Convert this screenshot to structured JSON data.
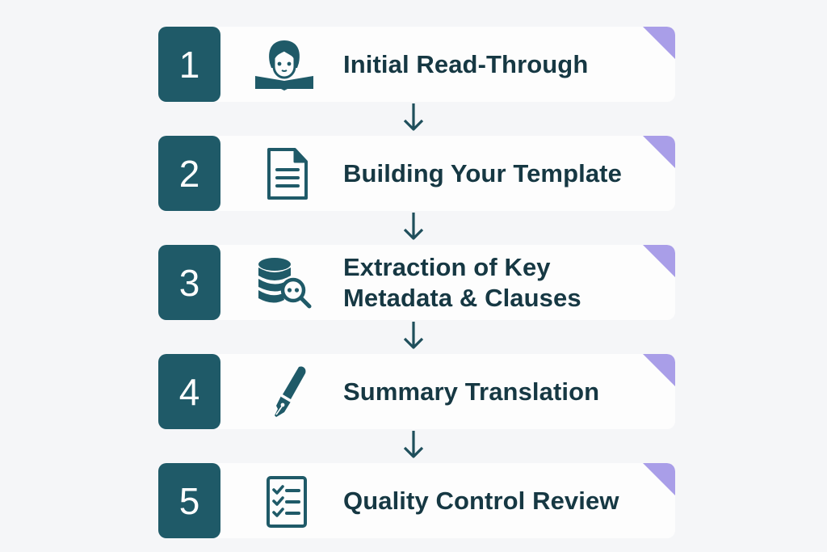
{
  "diagram": {
    "type": "numbered-process-flow",
    "colors": {
      "background": "#f5f6f8",
      "number_box": "#1f5a68",
      "card": "#fdfdfd",
      "text": "#163843",
      "corner_accent": "#a99ee8",
      "arrow": "#1f4f5c"
    },
    "steps": [
      {
        "number": "1",
        "icon": "person-reading-icon",
        "title_line1": "Initial Read-Through",
        "title_line2": ""
      },
      {
        "number": "2",
        "icon": "document-icon",
        "title_line1": "Building Your Template",
        "title_line2": ""
      },
      {
        "number": "3",
        "icon": "database-search-icon",
        "title_line1": "Extraction of Key",
        "title_line2": "Metadata & Clauses"
      },
      {
        "number": "4",
        "icon": "fountain-pen-icon",
        "title_line1": "Summary Translation",
        "title_line2": ""
      },
      {
        "number": "5",
        "icon": "checklist-icon",
        "title_line1": "Quality Control Review",
        "title_line2": ""
      }
    ],
    "connectors": [
      "down-arrow",
      "down-arrow",
      "down-arrow",
      "down-arrow"
    ]
  }
}
